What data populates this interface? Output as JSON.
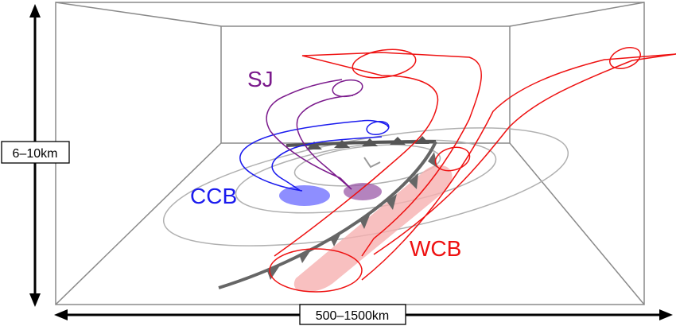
{
  "labels": {
    "sj": "SJ",
    "ccb": "CCB",
    "wcb": "WCB",
    "height": "6–10km",
    "width": "500–1500km",
    "low_center": "L"
  },
  "colors": {
    "sj": "#7b1a8c",
    "ccb": "#1a1aee",
    "wcb": "#ee1111",
    "box": "#888888",
    "isobar": "#aaaaaa",
    "front": "#555555"
  }
}
